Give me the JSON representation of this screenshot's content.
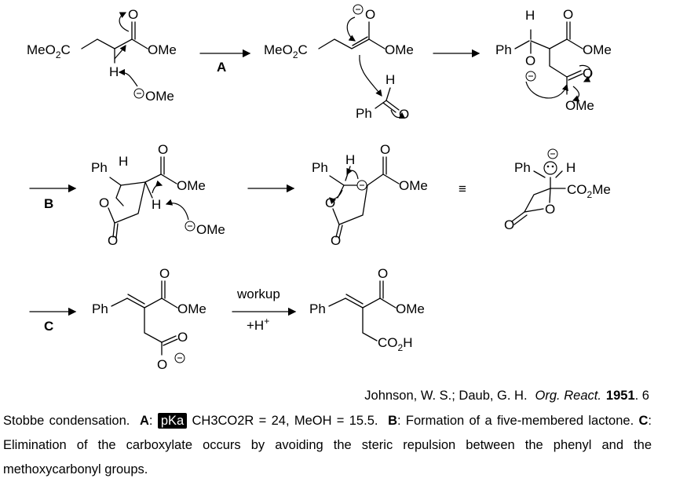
{
  "scheme": {
    "labels": {
      "meo2c_1": "MeO",
      "meo2c_2": "MeO",
      "c_text": "C",
      "ome": "OMe",
      "o": "O",
      "h": "H",
      "ph": "Ph",
      "co2me_co": "CO",
      "co2me_me": "Me",
      "co2h_co": "CO",
      "co2h_h": "H",
      "sub2": "2",
      "step_a": "A",
      "step_b": "B",
      "step_c": "C",
      "workup": "workup",
      "acid": "+H",
      "plus": "+",
      "minus": "−",
      "equiv": "≡"
    }
  },
  "citation": {
    "authors": "Johnson, W. S.; Daub, G. H.",
    "journal": "Org. React.",
    "year": "1951",
    "volume": ". 6"
  },
  "caption": {
    "title": "Stobbe condensation.",
    "a_label": "A",
    "a_colon": ":",
    "pka_badge": "pKa",
    "a_text": "CH3CO2R = 24, MeOH = 15.5.",
    "b_label": "B",
    "b_text": ": Formation of a five-membered lactone.",
    "c_label": "C",
    "c_text": ": Elimination of the carboxylate occurs by avoiding the steric repulsion between the phenyl and the methoxycarbonyl groups."
  }
}
